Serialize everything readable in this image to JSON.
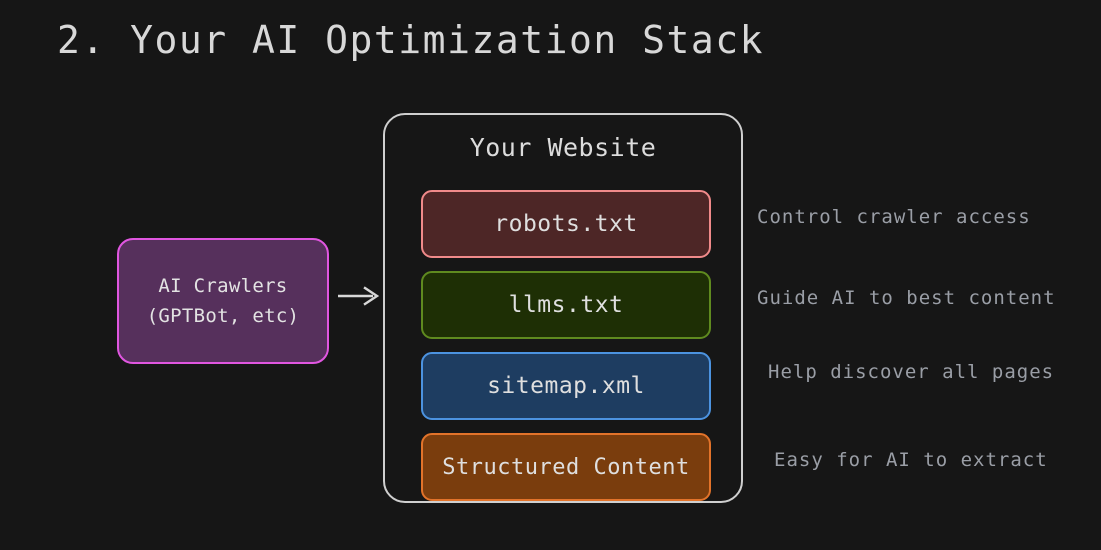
{
  "page": {
    "title": "2. Your AI Optimization Stack",
    "background_color": "#161616"
  },
  "crawlers": {
    "name": "AI Crawlers",
    "lines": [
      "AI Crawlers",
      "(GPTBot, etc)"
    ],
    "fill_color": "#56305c",
    "border_color": "#e056e0"
  },
  "arrow": {
    "icon": "arrow-right-icon",
    "color": "#d8d8d8"
  },
  "website": {
    "title": "Your Website",
    "border_color": "#cfcfcf",
    "items": [
      {
        "label": "robots.txt",
        "fill_color": "#4d2626",
        "border_color": "#f08a8a",
        "annotation": "Control crawler access"
      },
      {
        "label": "llms.txt",
        "fill_color": "#1e2f05",
        "border_color": "#5f8a1f",
        "annotation": "Guide AI to best content"
      },
      {
        "label": "sitemap.xml",
        "fill_color": "#1e3d61",
        "border_color": "#4c93e0",
        "annotation": "Help discover all pages"
      },
      {
        "label": "Structured Content",
        "fill_color": "#7a3d0d",
        "border_color": "#e2732a",
        "annotation": "Easy for AI to extract"
      }
    ]
  },
  "annotations": {
    "text_color": "#9a9ea6"
  }
}
